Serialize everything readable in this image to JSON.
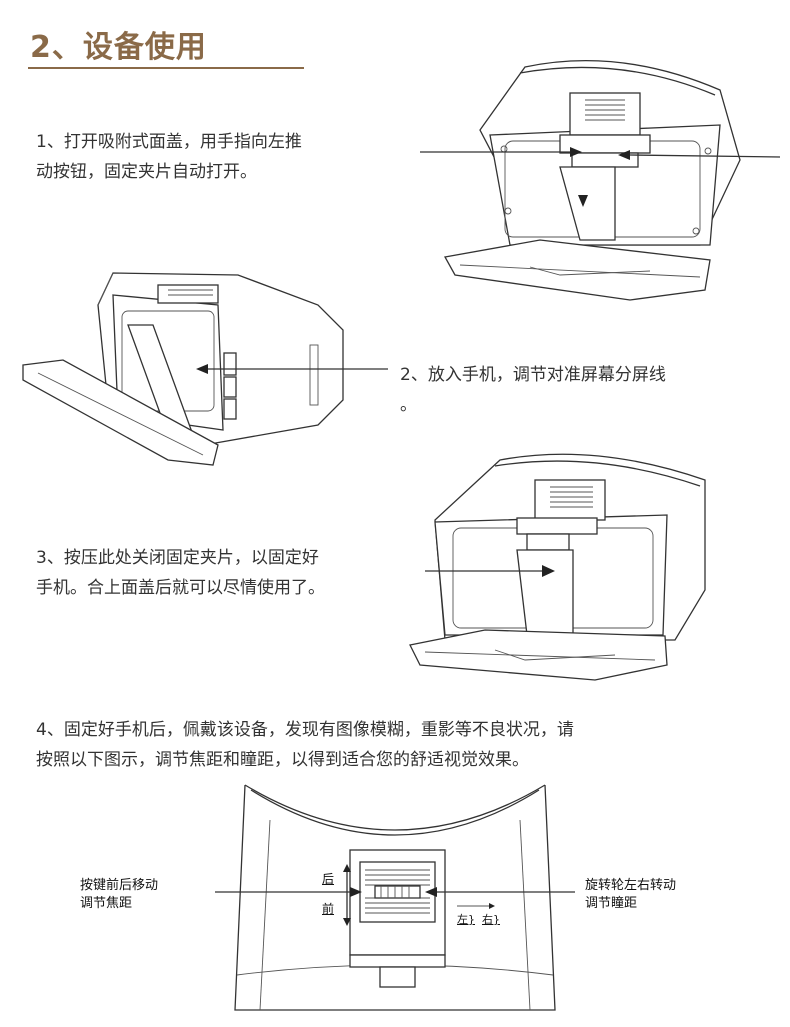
{
  "section": {
    "heading": "2、设备使用"
  },
  "steps": {
    "step1_line1": "1、打开吸附式面盖，用手指向左推",
    "step1_line2": "动按钮，固定夹片自动打开。",
    "step2_line1": "2、放入手机，调节对准屏幕分屏线",
    "step2_line2": "。",
    "step3_line1": "3、按压此处关闭固定夹片，以固定好",
    "step3_line2": "手机。合上面盖后就可以尽情使用了。",
    "step4_line1": "4、固定好手机后，佩戴该设备，发现有图像模糊，重影等不良状况，请",
    "step4_line2": "按照以下图示，调节焦距和瞳距，以得到适合您的舒适视觉效果。"
  },
  "diagram": {
    "focus_label_line1": "按键前后移动",
    "focus_label_line2": "调节焦距",
    "ipd_label_line1": "旋转轮左右转动",
    "ipd_label_line2": "调节瞳距",
    "mark_back": "后",
    "mark_front": "前",
    "mark_left": "左}",
    "mark_right": "右}"
  }
}
